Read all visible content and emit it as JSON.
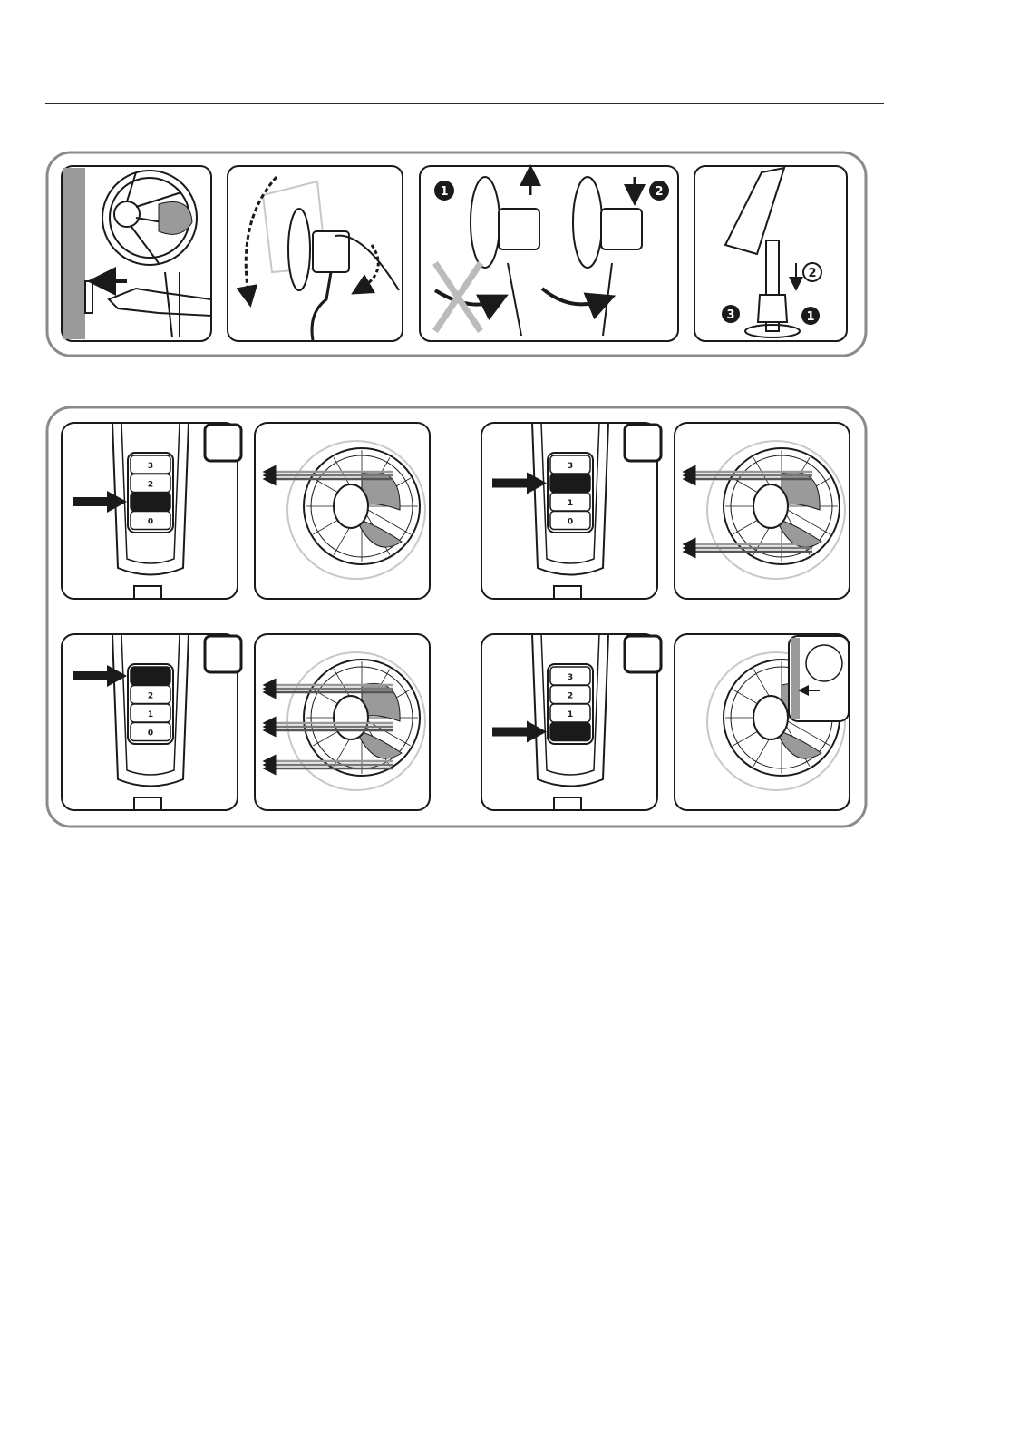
{
  "colors": {
    "ink": "#1a1a1a",
    "frame": "#8a8a8a",
    "gray": "#9a9a9a",
    "white": "#ffffff"
  },
  "top_row": {
    "step_badges": {
      "n1": "1",
      "n2": "2",
      "n3": "3"
    }
  },
  "speed_panels": [
    {
      "buttons": [
        "3",
        "2",
        "",
        "0"
      ],
      "active": 2,
      "airflow_rows": 1
    },
    {
      "buttons": [
        "3",
        "",
        "1",
        "0"
      ],
      "active": 1,
      "airflow_rows": 2
    },
    {
      "buttons": [
        "",
        "2",
        "1",
        "0"
      ],
      "active": 0,
      "airflow_rows": 3
    },
    {
      "buttons": [
        "3",
        "2",
        "1",
        ""
      ],
      "active": 3,
      "airflow_rows": 0
    }
  ]
}
